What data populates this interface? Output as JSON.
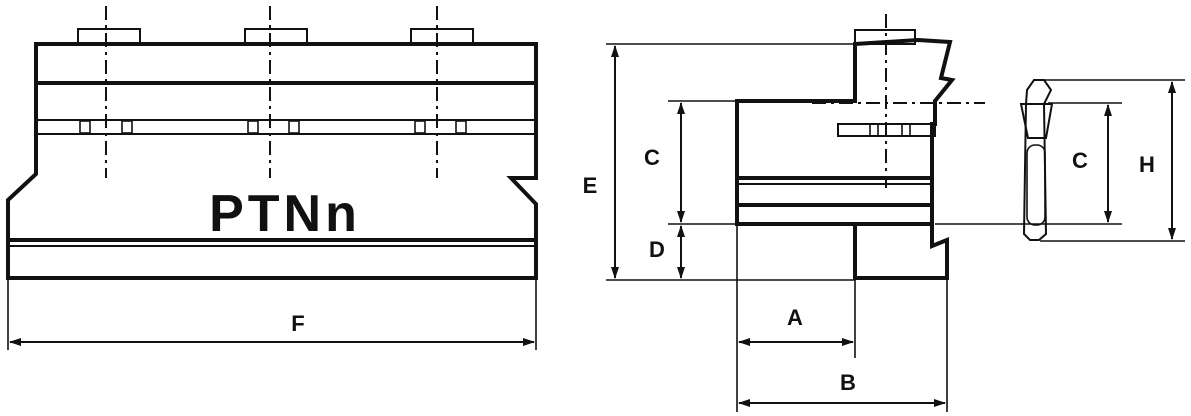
{
  "diagram": {
    "product_label": "PTNn",
    "dimensions": {
      "F": "F",
      "E": "E",
      "C_side": "C",
      "D": "D",
      "A": "A",
      "B": "B",
      "C_blade": "C",
      "H": "H"
    },
    "colors": {
      "metal_light": "#d6dbe2",
      "metal_mid": "#b4bac3",
      "metal_dark": "#6f757c",
      "tip": "#f2d400",
      "line": "#111111"
    }
  }
}
